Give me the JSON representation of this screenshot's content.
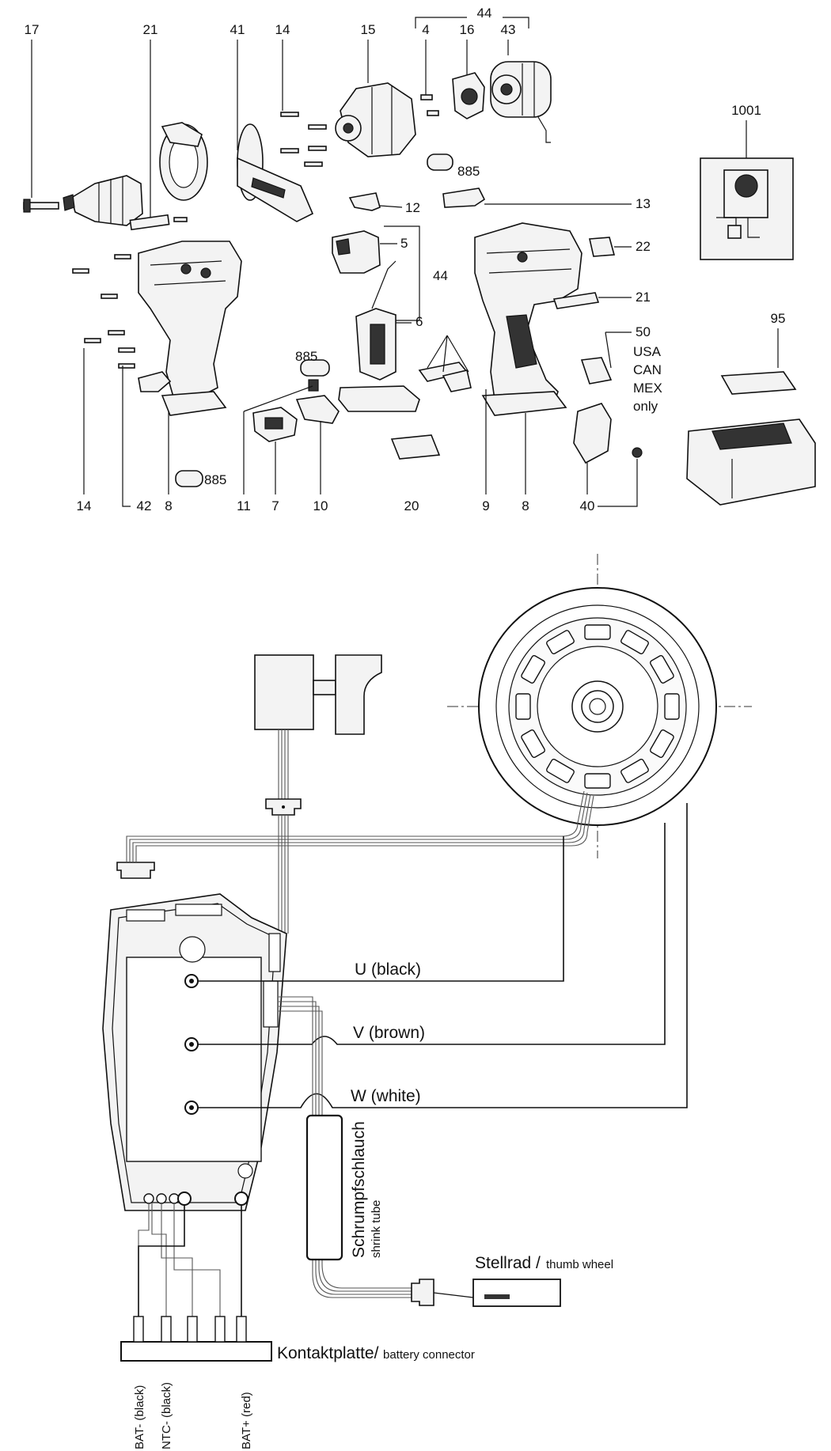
{
  "callouts": {
    "c17": "17",
    "c21a": "21",
    "c41": "41",
    "c14a": "14",
    "c15": "15",
    "c44top": "44",
    "c4": "4",
    "c16": "16",
    "c43": "43",
    "c1001": "1001",
    "c12": "12",
    "c13": "13",
    "c5": "5",
    "c44mid": "44",
    "c22": "22",
    "c21b": "21",
    "c6": "6",
    "c885a": "885",
    "c885b": "885",
    "c885c": "885",
    "c50": "50",
    "c95": "95",
    "c14b": "14",
    "c42": "42",
    "c8a": "8",
    "c11": "11",
    "c7": "7",
    "c10": "10",
    "c20": "20",
    "c9": "9",
    "c8b": "8",
    "c40": "40"
  },
  "region_note": [
    "USA",
    "CAN",
    "MEX",
    "only"
  ],
  "wiring": {
    "phase_u": "U   (black)",
    "phase_v": "V   (brown)",
    "phase_w": "W  (white)",
    "shrink_de": "Schrumpfschlauch",
    "shrink_en": "shrink tube",
    "wheel_de": "Stellrad /",
    "wheel_en": "thumb wheel",
    "connector_de": "Kontaktplatte/",
    "connector_en": "battery connector",
    "pin_bat_minus": "BAT- (black)",
    "pin_ntc_minus": "NTC- (black)",
    "pin_bat_plus": "BAT+ (red)"
  }
}
